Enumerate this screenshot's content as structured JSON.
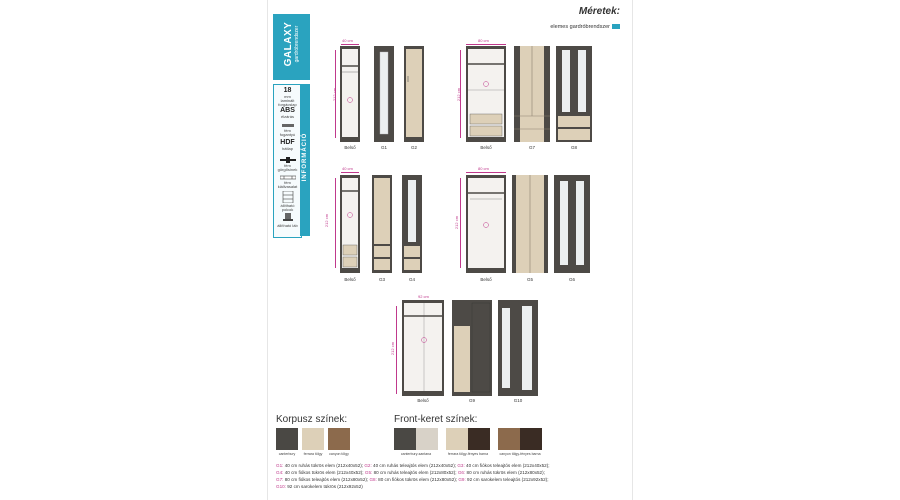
{
  "brand": {
    "title": "GALAXY",
    "subtitle": "gardróbrendszer",
    "info_label": "INFORMÁCIÓ"
  },
  "features": [
    {
      "big": "18",
      "small": "mm",
      "caption": "laminált forgácslap"
    },
    {
      "big": "ABS",
      "small": "",
      "caption": "élzárás"
    },
    {
      "big": "",
      "small": "",
      "caption": "fém fogantyú"
    },
    {
      "big": "HDF",
      "small": "",
      "caption": "hátlap"
    },
    {
      "big": "",
      "small": "",
      "caption": "fém görgősínek"
    },
    {
      "big": "",
      "small": "",
      "caption": "fém kiállvasalat"
    },
    {
      "big": "",
      "small": "",
      "caption": "állítható polcok"
    },
    {
      "big": "",
      "small": "",
      "caption": "állítható láb"
    }
  ],
  "header": {
    "title": "Méretek:",
    "subtitle": "elemes gardróbrendszer"
  },
  "dimensions": {
    "w40": "40 cm",
    "w80": "80 cm",
    "w92": "92 cm",
    "h212": "212 cm"
  },
  "cabinet_labels": {
    "belso": "Belső",
    "g1": "G1",
    "g2": "G2",
    "g3": "G3",
    "g4": "G4",
    "g5": "G5",
    "g6": "G6",
    "g7": "G7",
    "g8": "G8",
    "g9": "G9",
    "g10": "G10"
  },
  "korpusz": {
    "title": "Korpusz színek:",
    "swatches": [
      {
        "name": "canterbury",
        "color": "#4a4844"
      },
      {
        "name": "ferrara tölgy",
        "color": "#ddd0b8"
      },
      {
        "name": "canyon tölgy",
        "color": "#8c6a4c"
      }
    ]
  },
  "front": {
    "title": "Front-keret színek:",
    "swatches": [
      {
        "name": "canterbury-santana",
        "color_a": "#4a4844",
        "color_b": "#d8d2c8"
      },
      {
        "name": "ferrara tölgy-fényes barna",
        "color_a": "#ddd0b8",
        "color_b": "#3a2c24"
      },
      {
        "name": "canyon tölgy-fényes barna",
        "color_a": "#8c6a4c",
        "color_b": "#3a2c24"
      }
    ]
  },
  "legend": [
    {
      "code": "G1:",
      "text": "40 cm ruhás tükrös elem (212x40x52);"
    },
    {
      "code": "G2:",
      "text": "40 cm ruhás teleajtós elem (212x40x52);"
    },
    {
      "code": "G3:",
      "text": "40 cm fiókos teleajtós elem (212x40x52);"
    },
    {
      "code": "G4:",
      "text": "40 cm fiókos tükrös elem (212x40x52);"
    },
    {
      "code": "G5:",
      "text": "80 cm ruhás teleajtós elem (212x80x52);"
    },
    {
      "code": "G6:",
      "text": "80 cm ruhás tükrös elem (212x80x52);"
    },
    {
      "code": "G7:",
      "text": "80 cm fiókos teleajtós elem (212x80x52);"
    },
    {
      "code": "G8:",
      "text": "80 cm fiókos tükrös elem (212x80x52);"
    },
    {
      "code": "G9:",
      "text": "92 cm sarokelem teleajtós (212x92x52);"
    },
    {
      "code": "G10:",
      "text": "92 cm sarokelem tükrös (212x92x52)"
    }
  ],
  "colors": {
    "accent": "#2aa3bf",
    "dimension": "#c0398c",
    "carcass": "#4a4844",
    "front_light": "#ddd0b8"
  }
}
